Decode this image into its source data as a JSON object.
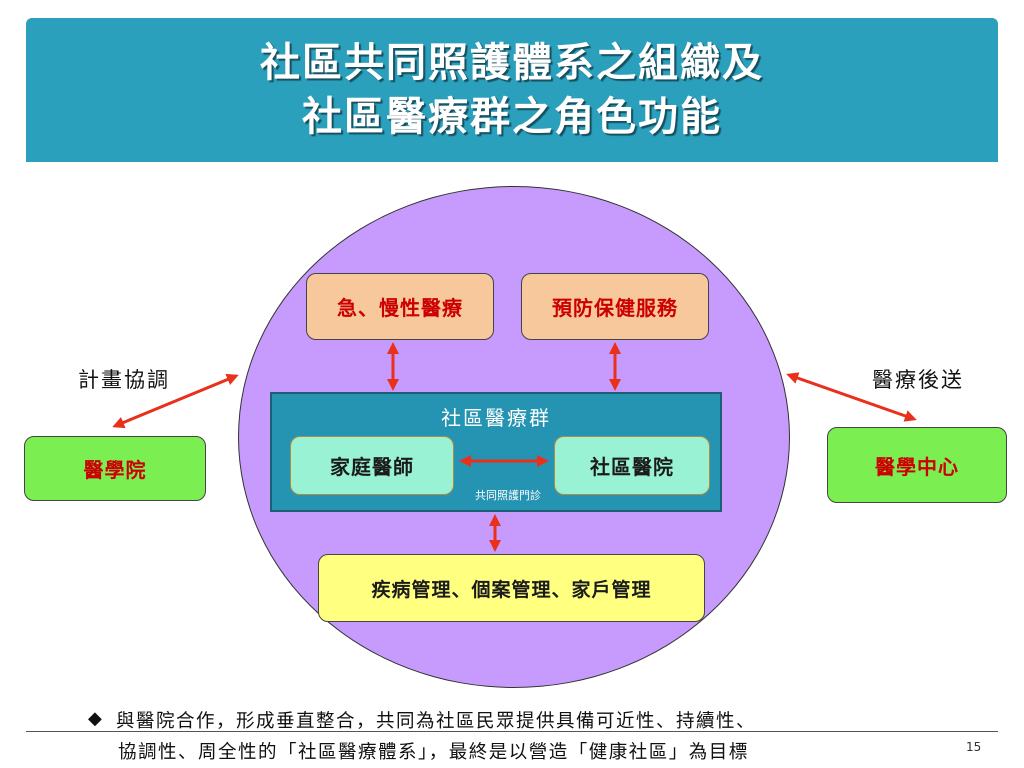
{
  "title": {
    "line1": "社區共同照護體系之組織及",
    "line2": "社區醫療群之角色功能"
  },
  "diagram": {
    "top_left_service": "急、慢性醫療",
    "top_right_service": "預防保健服務",
    "cluster_title": "社區醫療群",
    "family_doctor": "家庭醫師",
    "community_hospital": "社區醫院",
    "joint_care_clinic": "共同照護門診",
    "management": "疾病管理、個案管理、家戶管理",
    "left_partner": "醫學院",
    "right_partner": "醫學中心",
    "left_relation": "計畫協調",
    "right_relation": "醫療後送"
  },
  "footer": {
    "bullet_line1": "與醫院合作，形成垂直整合，共同為社區民眾提供具備可近性、持續性、",
    "bullet_line2": "協調性、周全性的「社區醫療體系」，最終是以營造「健康社區」為目標",
    "page_number": "15"
  },
  "colors": {
    "title_bar": "#2ba0bd",
    "circle": "#c79bfd",
    "cluster_panel": "#2594b2",
    "orange_box": "#f7c89b",
    "mint_box": "#99f2d4",
    "yellow_box": "#ffff80",
    "green_box": "#7bee52",
    "arrow": "#e8301a",
    "red_text": "#cc0000"
  }
}
